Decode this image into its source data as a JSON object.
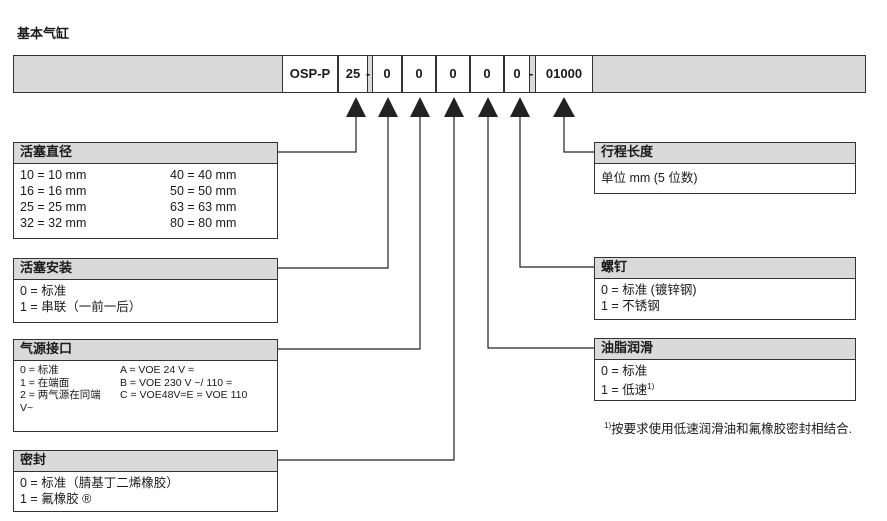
{
  "title": "基本气缸",
  "code": {
    "model": "OSP-P",
    "diameter": "25",
    "digits": [
      "0",
      "0",
      "0",
      "0",
      "0"
    ],
    "dash": "-",
    "stroke": "01000"
  },
  "piston_diameter": {
    "heading": "活塞直径",
    "left": [
      "10 = 10 mm",
      "16 = 16 mm",
      "25 = 25 mm",
      "32 = 32 mm"
    ],
    "right": [
      "40 = 40 mm",
      "50 = 50 mm",
      "63 = 63 mm",
      "80 = 80 mm"
    ]
  },
  "piston_mount": {
    "heading": "活塞安装",
    "items": [
      "0 = 标准",
      "1 = 串联（一前一后）"
    ]
  },
  "air_port": {
    "heading": "气源接口",
    "left": [
      "0 = 标准",
      "1 = 在端面",
      "2 = 两气源在同端"
    ],
    "right": [
      "A = VOE 24 V =",
      "B = VOE 230 V ~/ 110 =",
      "C = VOE48V=E = VOE 110"
    ],
    "wrap": "V~"
  },
  "seal": {
    "heading": "密封",
    "items": [
      "0 = 标准（腈基丁二烯橡胶）",
      "1 = 氟橡胶 ®"
    ]
  },
  "stroke_length": {
    "heading": "行程长度",
    "text": "单位 mm (5 位数)"
  },
  "screws": {
    "heading": "螺钉",
    "items": [
      "0 = 标准 (镀锌钢)",
      "1 = 不锈钢"
    ]
  },
  "lubrication": {
    "heading": "油脂润滑",
    "item0": "0 = 标准",
    "item1": "1 = 低速",
    "item1_sup": "1)"
  },
  "footnote": {
    "marker": "1)",
    "text": "按要求使用低速润滑油和氟橡胶密封相结合."
  },
  "colors": {
    "header_fill": "#dadada",
    "line": "#222222"
  }
}
